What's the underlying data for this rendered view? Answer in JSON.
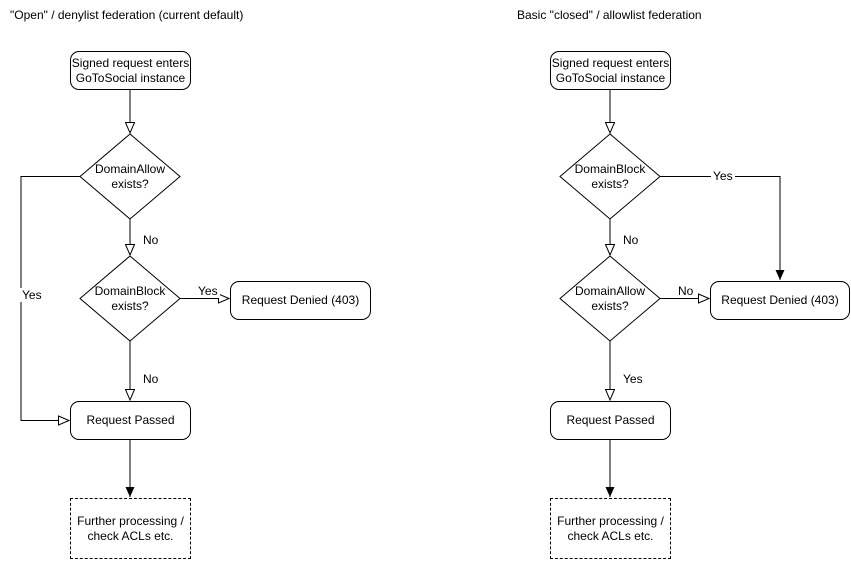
{
  "canvas": {
    "background": "#ffffff",
    "stroke_color": "#000000",
    "text_color": "#000000"
  },
  "left_chart": {
    "title": "\"Open\" / denylist federation (current default)",
    "start": "Signed request enters\nGoToSocial instance",
    "decision1": "DomainAllow\nexists?",
    "decision1_yes": "Yes",
    "decision1_no": "No",
    "decision2": "DomainBlock\nexists?",
    "decision2_yes": "Yes",
    "decision2_no": "No",
    "denied": "Request Denied (403)",
    "passed": "Request Passed",
    "further": "Further processing /\ncheck ACLs etc."
  },
  "right_chart": {
    "title": "Basic \"closed\" / allowlist federation",
    "start": "Signed request enters\nGoToSocial instance",
    "decision1": "DomainBlock\nexists?",
    "decision1_yes": "Yes",
    "decision1_no": "No",
    "decision2": "DomainAllow\nexists?",
    "decision2_yes": "Yes",
    "decision2_no": "No",
    "denied": "Request Denied (403)",
    "passed": "Request Passed",
    "further": "Further processing /\ncheck ACLs etc."
  }
}
